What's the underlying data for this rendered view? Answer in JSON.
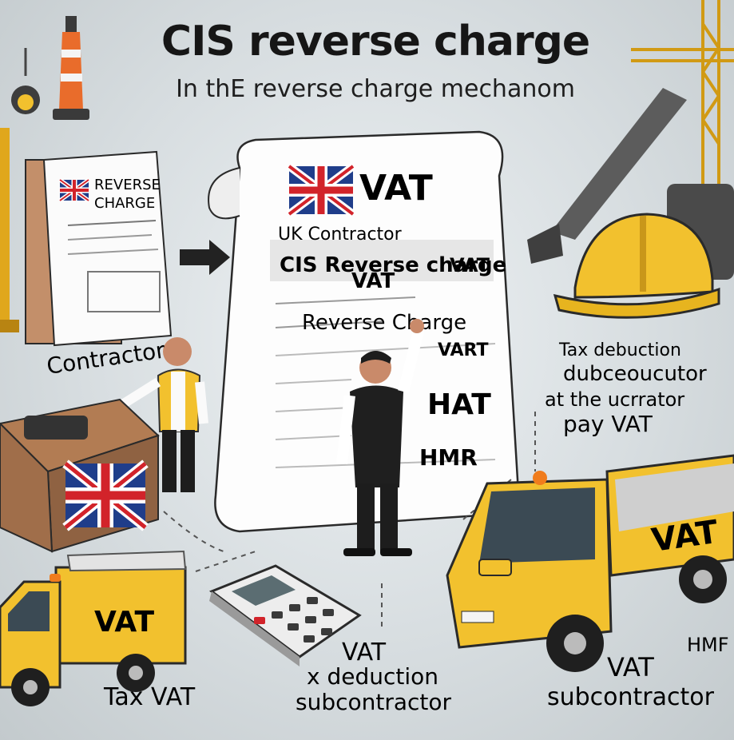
{
  "header": {
    "title": "CIS reverse charge",
    "subtitle": "In thE reverse charge mechanom"
  },
  "small_document": {
    "line1": "REVERSE",
    "line2": "CHARGE"
  },
  "large_document": {
    "heading": "VAT",
    "line_contractor": "UK Contractor",
    "line_cis": "CIS Reverse charge",
    "line_vat_left": "VAT",
    "line_vat_right": "VAT",
    "line_reverse": "Reverse Charge",
    "line_vart": "VART",
    "line_hat": "HAT",
    "line_hmr": "HMR"
  },
  "labels": {
    "contractor": "Contractor",
    "tax_deduction_1": "Tax debuction",
    "tax_deduction_2": "dubceoucutor",
    "tax_deduction_3": "at the ucrrator",
    "tax_deduction_4": "pay VAT",
    "bottom_left": "Tax VAT",
    "bottom_center_1": "VAT",
    "bottom_center_2": "x deduction",
    "bottom_center_3": "subcontractor",
    "bottom_right_1": "HMF",
    "bottom_right_2": "VAT",
    "bottom_right_3": "subcontractor"
  },
  "trucks": {
    "left_truck_label": "VAT",
    "right_truck_label": "VAT"
  },
  "colors": {
    "accent_yellow": "#f2c12e",
    "flag_blue": "#1f3d8a",
    "flag_red": "#d2232a",
    "ink": "#1b1b1b"
  },
  "icons": [
    "crane-icon",
    "hard-hat-icon",
    "traffic-cone-icon",
    "calculator-icon",
    "truck-icon",
    "flag-icon",
    "arrow-right-icon",
    "excavator-icon",
    "worker-icon"
  ]
}
